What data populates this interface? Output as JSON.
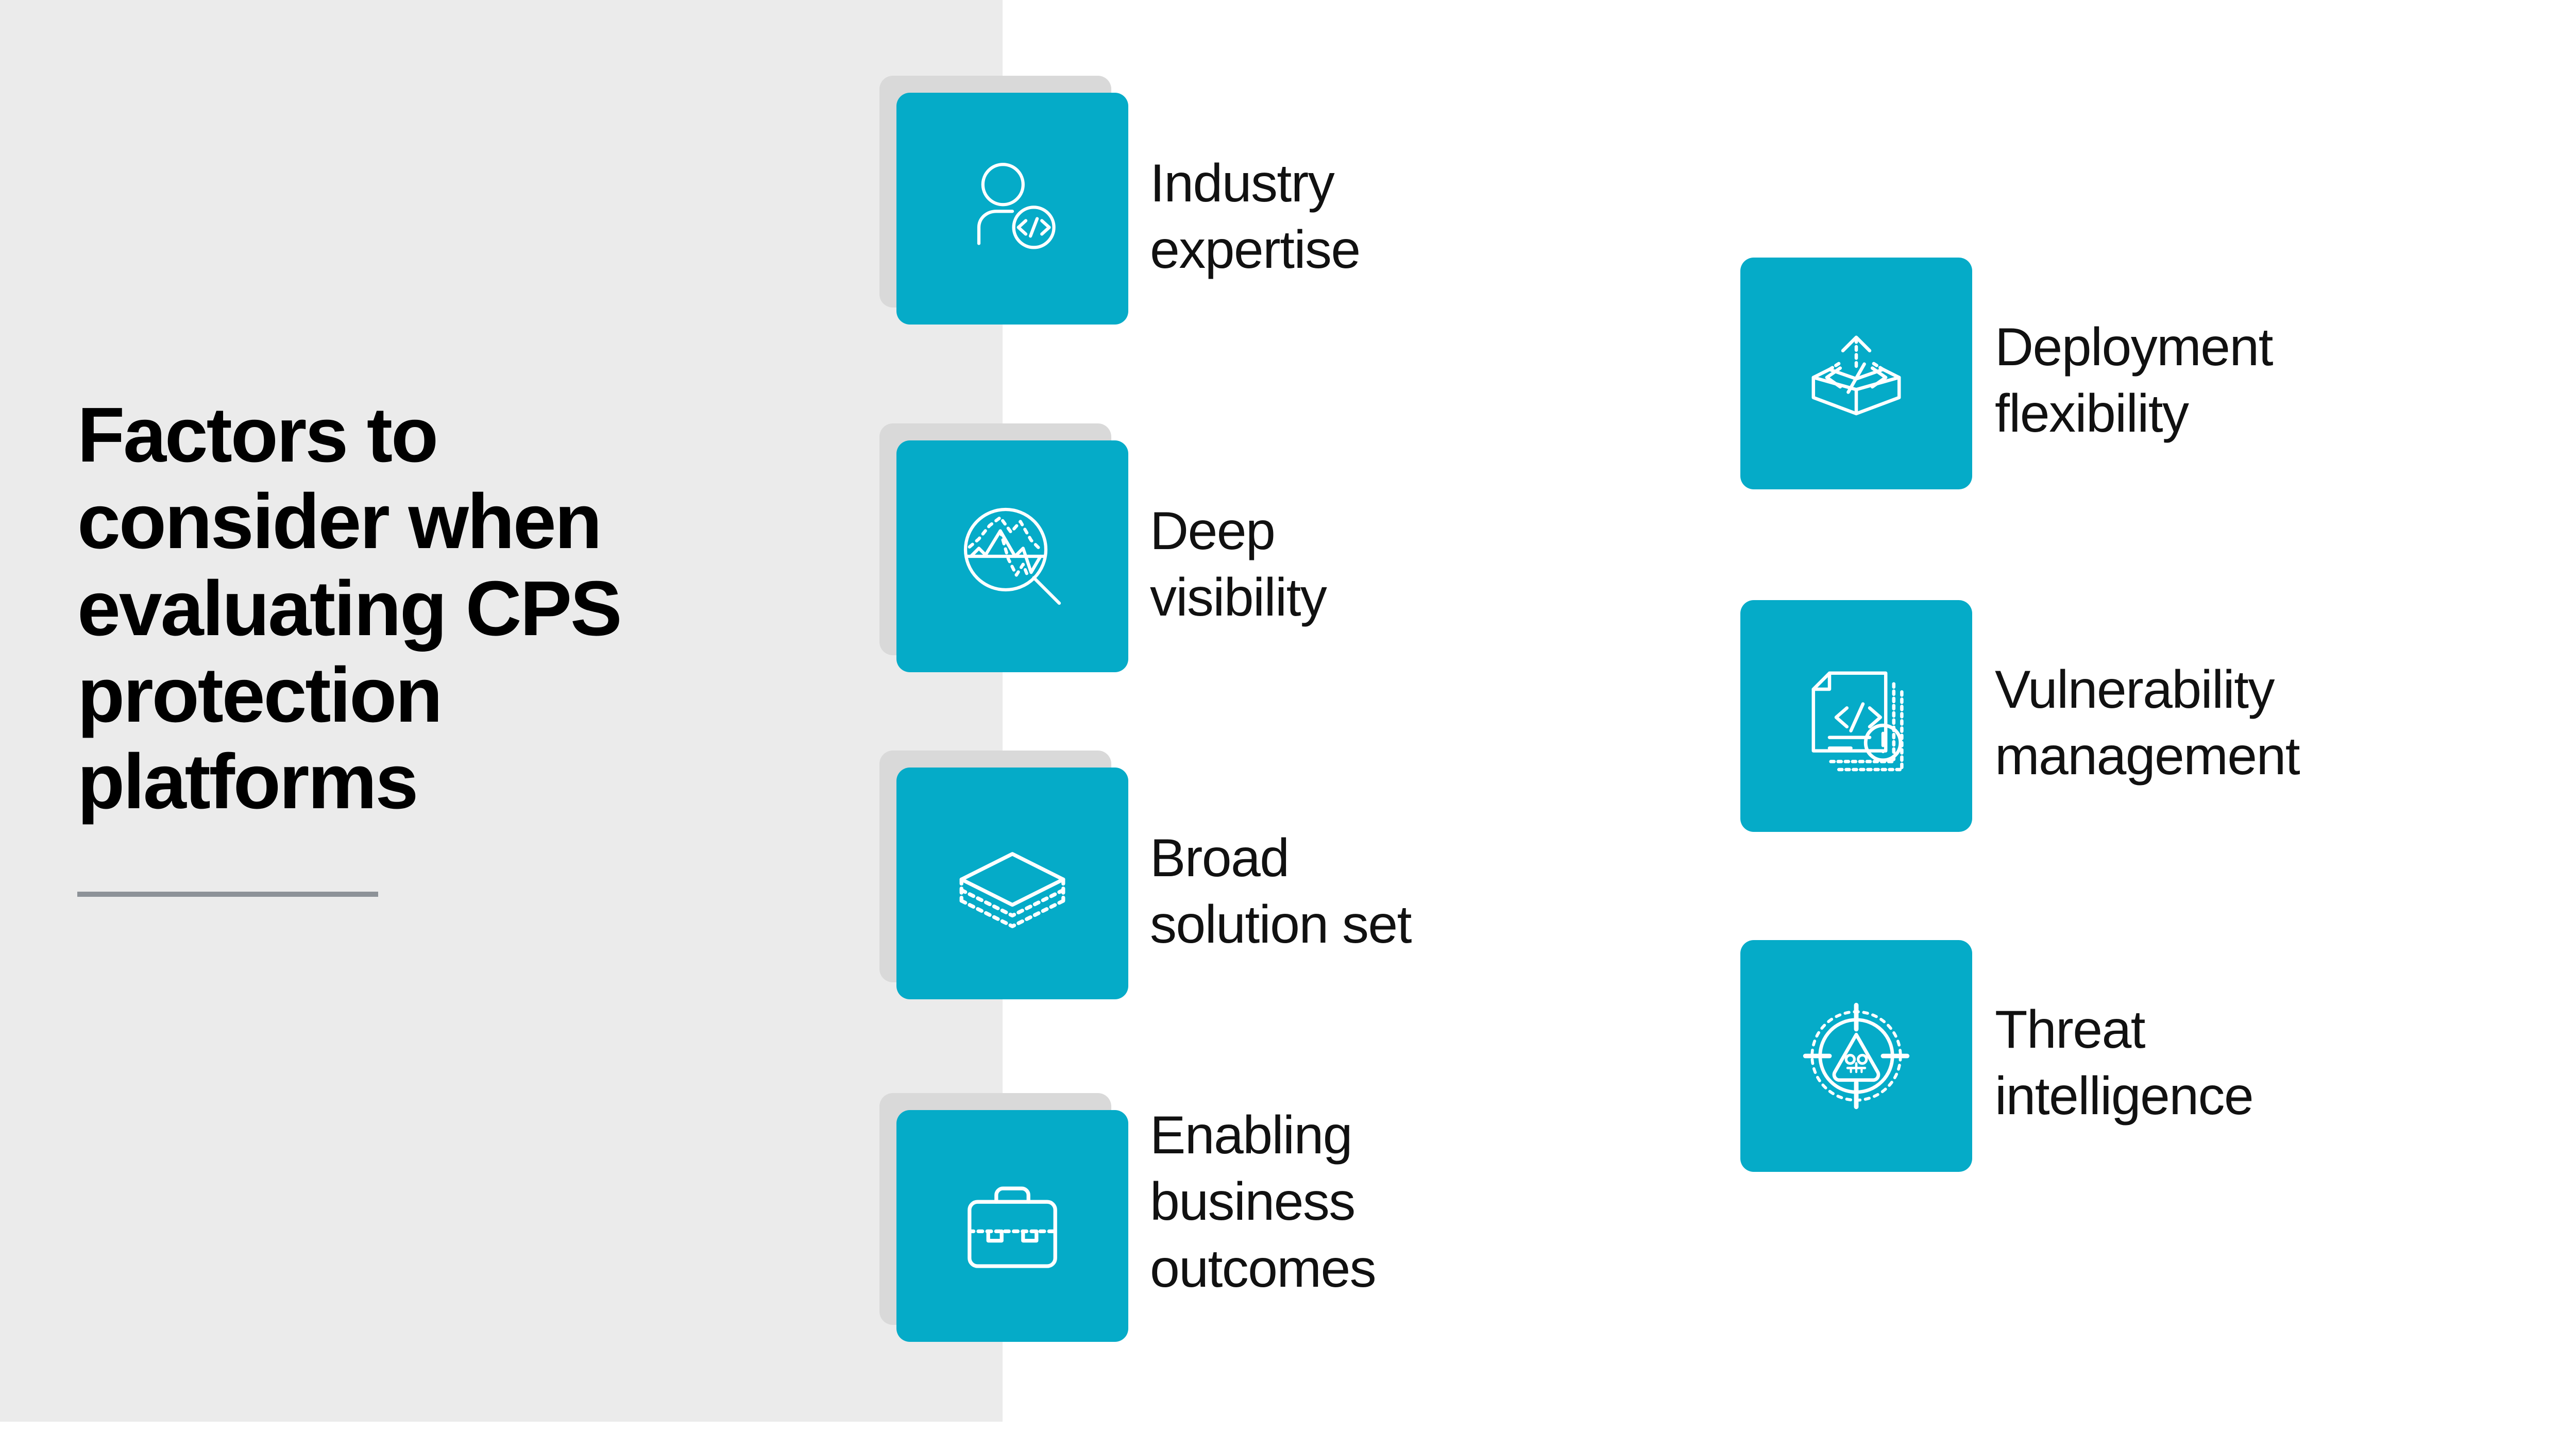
{
  "colors": {
    "accent_teal": "#05abc8",
    "panel_grey": "#ebebeb",
    "shadow_grey": "#d9d9d9",
    "rule_grey": "#8d9298",
    "text_black": "#111111",
    "page_white": "#ffffff"
  },
  "headline": {
    "text": "Factors to\nconsider when\nevaluating CPS\nprotection\nplatforms"
  },
  "left_column": {
    "items": [
      {
        "label": "Industry\nexpertise",
        "icon": "person-code-icon"
      },
      {
        "label": "Deep\nvisibility",
        "icon": "magnifier-chart-icon"
      },
      {
        "label": "Broad\nsolution set",
        "icon": "stacked-layers-icon"
      },
      {
        "label": "Enabling\nbusiness\noutcomes",
        "icon": "briefcase-icon"
      }
    ]
  },
  "right_column": {
    "items": [
      {
        "label": "Deployment\nflexibility",
        "icon": "open-box-code-icon"
      },
      {
        "label": "Vulnerability\nmanagement",
        "icon": "document-code-alert-icon"
      },
      {
        "label": "Threat\nintelligence",
        "icon": "crosshair-skull-icon"
      }
    ]
  }
}
